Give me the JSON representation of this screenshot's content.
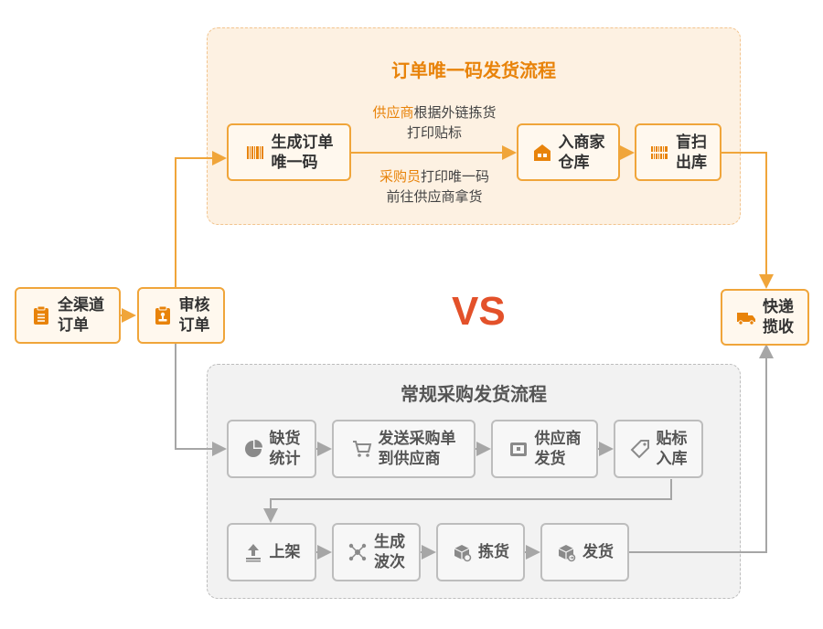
{
  "top_flow": {
    "title": "订单唯一码发货流程",
    "nodes": {
      "generate_code": {
        "line1": "生成订单",
        "line2": "唯一码",
        "icon": "barcode-icon"
      },
      "enter_warehouse": {
        "line1": "入商家",
        "line2": "仓库",
        "icon": "warehouse-icon"
      },
      "blind_scan": {
        "line1": "盲扫",
        "line2": "出库",
        "icon": "barcode-scan-icon"
      }
    },
    "note_supplier": {
      "highlight": "供应商",
      "rest": "根据外链拣货",
      "line2": "打印贴标"
    },
    "note_buyer": {
      "highlight": "采购员",
      "rest": "打印唯一码",
      "line2": "前往供应商拿货"
    }
  },
  "left": {
    "all_channel": {
      "line1": "全渠道",
      "line2": "订单",
      "icon": "clipboard-icon"
    },
    "review": {
      "line1": "审核",
      "line2": "订单",
      "icon": "stamp-icon"
    }
  },
  "right": {
    "courier": {
      "line1": "快递",
      "line2": "揽收",
      "icon": "truck-icon"
    }
  },
  "vs": "VS",
  "bottom_flow": {
    "title": "常规采购发货流程",
    "nodes": {
      "shortage": {
        "line1": "缺货",
        "line2": "统计",
        "icon": "pie-chart-icon"
      },
      "send_po": {
        "line1": "发送采购单",
        "line2": "到供应商",
        "icon": "cart-icon"
      },
      "supplier_ship": {
        "line1": "供应商",
        "line2": "发货",
        "icon": "box-icon"
      },
      "label_in": {
        "line1": "贴标",
        "line2": "入库",
        "icon": "tag-icon"
      },
      "shelve": {
        "line1": "上架",
        "icon": "upload-icon"
      },
      "wave": {
        "line1": "生成",
        "line2": "波次",
        "icon": "network-icon"
      },
      "pick": {
        "line1": "拣货",
        "icon": "pick-box-icon"
      },
      "ship": {
        "line1": "发货",
        "icon": "ship-box-icon"
      }
    }
  },
  "colors": {
    "orange": "#f0a53a",
    "orange_text": "#e8830a",
    "gray": "#9e9e9e",
    "vs": "#e3512a"
  }
}
